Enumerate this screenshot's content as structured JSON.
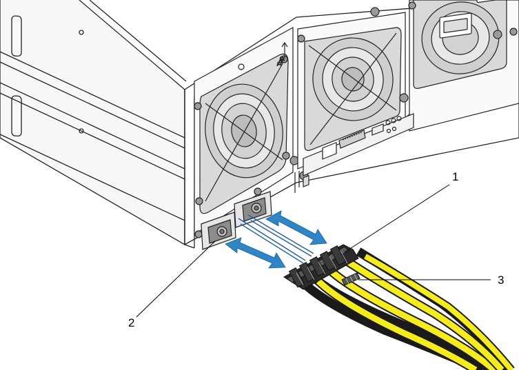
{
  "figure": {
    "callouts": [
      {
        "id": "1",
        "label": "1"
      },
      {
        "id": "2",
        "label": "2"
      },
      {
        "id": "3",
        "label": "3"
      }
    ],
    "top_marking": "Top",
    "colors": {
      "arrow": "#2f86c6",
      "cable_yellow": "#f4ec1e",
      "cable_black": "#1a1a1a",
      "line_art": "#222222"
    }
  }
}
